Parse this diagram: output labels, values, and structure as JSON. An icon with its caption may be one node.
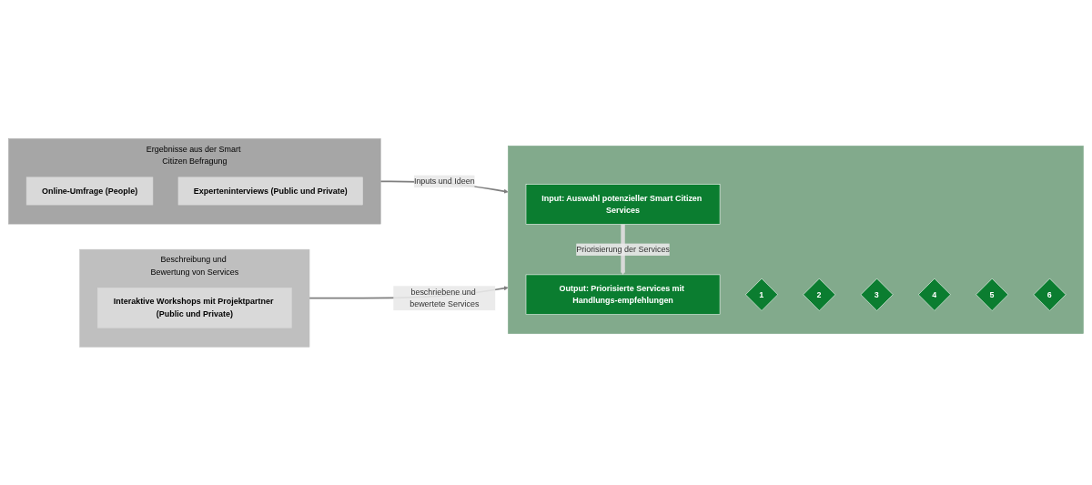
{
  "diagram": {
    "nodes": [
      {
        "text": [
          "Ergebnisse aus der Smart Citizen Befragung"
        ]
      },
      {
        "text": [
          "Online-Umfrage (People)"
        ],
        "in": 0
      },
      {
        "text": [
          "Experteninterviews (Public und Private)"
        ],
        "in": 0
      },
      {
        "text": [],
        "shape": "box"
      },
      {
        "text": [
          "Input: Auswahl potenzieller Smart Citizen Services"
        ],
        "in": 3
      },
      {
        "text": [
          "1"
        ],
        "in": 3
      },
      {
        "text": [
          "2"
        ],
        "in": 3
      },
      {
        "text": [
          "3"
        ],
        "in": 3
      },
      {
        "text": [
          "4"
        ],
        "in": 3
      },
      {
        "text": [
          "5"
        ],
        "in": 3
      },
      {
        "text": [
          "6"
        ],
        "in": 3
      },
      {
        "text": [
          "Output: Priorisierte Services mit Handlungs-empfehlungen"
        ],
        "in": 3
      },
      {
        "text": [
          "Beschreibung und Bewertung von Services"
        ]
      },
      {
        "text": [
          "Interaktive Workshops mit Projektpartner (Public und Private)"
        ],
        "in": 12
      }
    ],
    "edges": [
      {
        "from": 0,
        "to": 3,
        "arrow": "to",
        "label": "Inputs und Ideen"
      },
      {
        "from": 12,
        "to": 3,
        "arrow": "to",
        "label": "beschriebene und bewertete Services"
      },
      {
        "from": 4,
        "to": 11,
        "arrow": "to",
        "label": "Priorisierung der Services",
        "style": "thick",
        "color": "#d9d9d9"
      }
    ]
  }
}
